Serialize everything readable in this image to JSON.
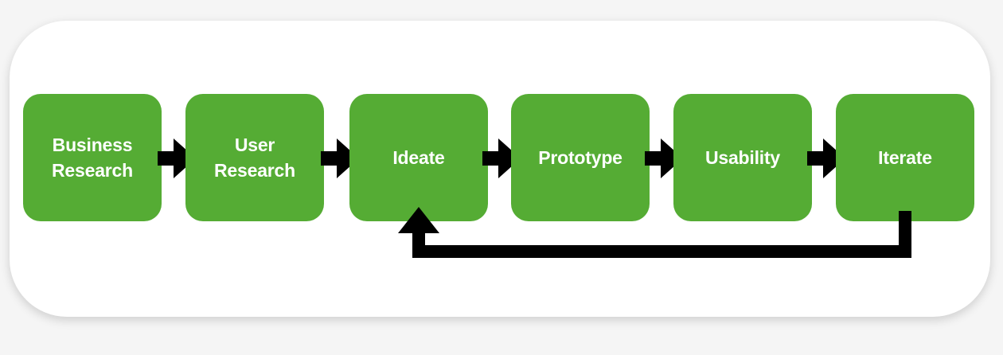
{
  "diagram": {
    "steps": [
      {
        "label": "Business\nResearch"
      },
      {
        "label": "User\nResearch"
      },
      {
        "label": "Ideate"
      },
      {
        "label": "Prototype"
      },
      {
        "label": "Usability"
      },
      {
        "label": "Iterate"
      }
    ],
    "box_color": "#55ac34",
    "arrow_color": "#000000",
    "feedback_loop": {
      "from": "Iterate",
      "to": "Ideate"
    }
  }
}
